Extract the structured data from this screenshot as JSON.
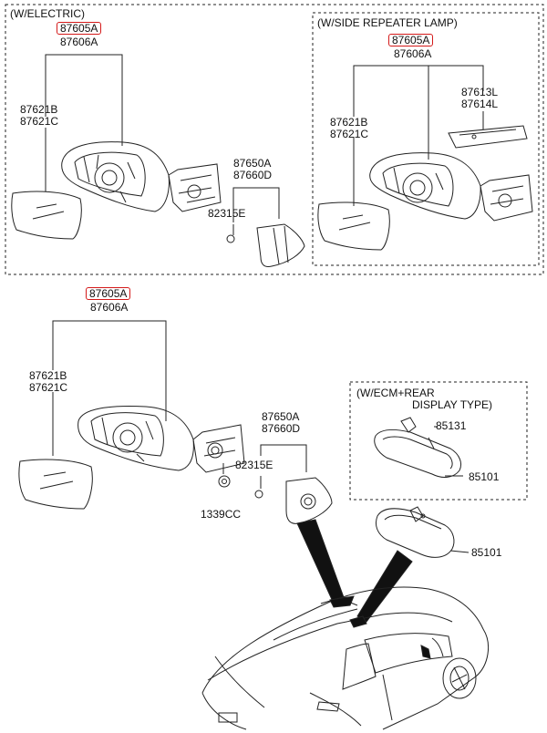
{
  "panels": {
    "electric": {
      "title": "(W/ELECTRIC)"
    },
    "side_repeater": {
      "title": "(W/SIDE REPEATER LAMP)"
    },
    "ecm": {
      "title_line1": "(W/ECM+REAR",
      "title_line2": "DISPLAY TYPE)"
    }
  },
  "labels": {
    "p87605a": "87605A",
    "p87606a": "87606A",
    "p87621b": "87621B",
    "p87621c": "87621C",
    "p87650a": "87650A",
    "p87660d": "87660D",
    "p82315e": "82315E",
    "p87613l": "87613L",
    "p87614l": "87614L",
    "p1339cc": "1339CC",
    "p85131": "85131",
    "p85101": "85101"
  },
  "colors": {
    "highlight": "#d41a1a",
    "line": "#222222"
  }
}
